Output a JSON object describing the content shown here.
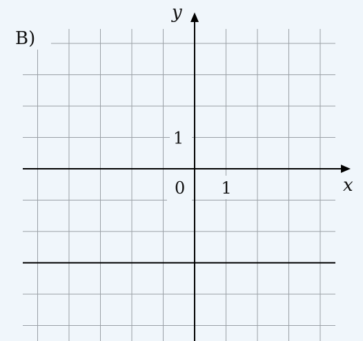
{
  "colors": {
    "background": "#f0f6fb",
    "grid": "#9aa0a6",
    "axis": "#000000"
  },
  "chart_data": {
    "type": "line",
    "panel_label": "B)",
    "xlabel": "x",
    "ylabel": "y",
    "origin_label": "0",
    "xlim": [
      -5.5,
      4.5
    ],
    "ylim": [
      -5.5,
      5
    ],
    "grid": true,
    "grid_step": 1,
    "x_ticks": [
      {
        "value": 1,
        "label": "1"
      }
    ],
    "y_ticks": [
      {
        "value": 1,
        "label": "1"
      }
    ],
    "series": [
      {
        "kind": "horizontal-line",
        "y": -3
      }
    ]
  }
}
